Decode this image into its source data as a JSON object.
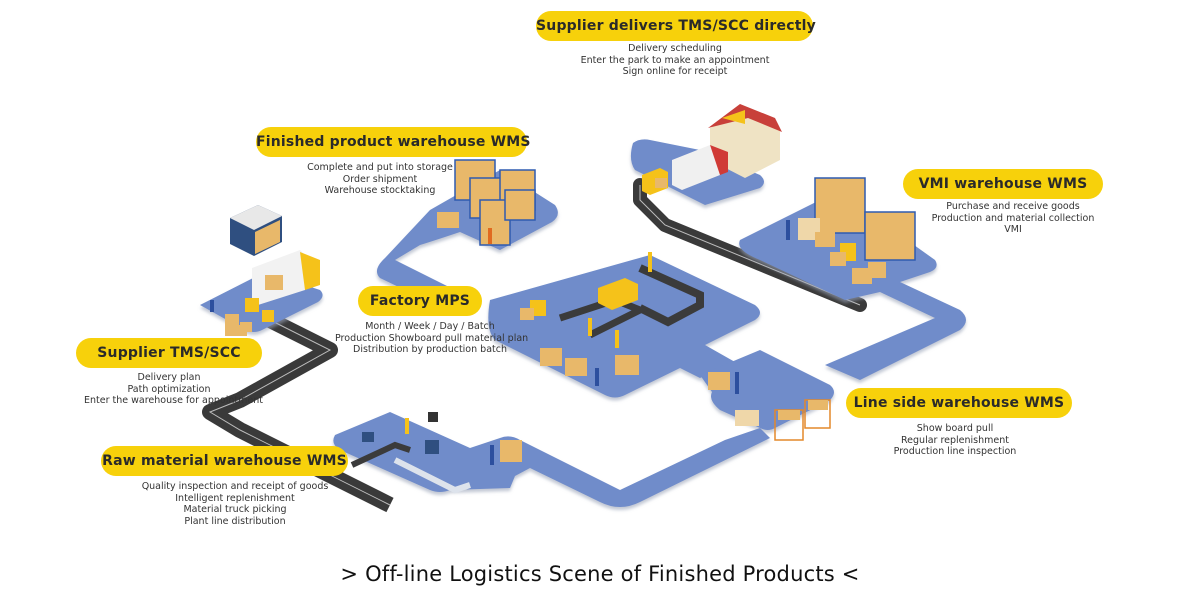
{
  "colors": {
    "platform": "#6f8cca",
    "platform_shadow": "#c9cfdc",
    "road": "#4a4a4a",
    "road_edge": "#2f2f2f",
    "road_line": "#bdbdbd",
    "pill": "#f7d10b",
    "box": "#e8b86a",
    "rack": "#2f5bb0",
    "machine": "#f5c21a",
    "worker": "#2d4f9e"
  },
  "nodes": {
    "supplier_direct": {
      "title": "Supplier delivers TMS/SCC directly",
      "lines": [
        "Delivery scheduling",
        "Enter the park to make an appointment",
        "Sign online for receipt"
      ]
    },
    "finished_product": {
      "title": "Finished product warehouse WMS",
      "lines": [
        "Complete and put into storage",
        "Order shipment",
        "Warehouse stocktaking"
      ]
    },
    "vmi": {
      "title": "VMI warehouse WMS",
      "lines": [
        "Purchase and receive goods",
        "Production and material collection",
        "VMI"
      ]
    },
    "factory_mps": {
      "title": "Factory MPS",
      "lines": [
        "Month / Week / Day / Batch",
        "Production Showboard pull material plan",
        "Distribution by production batch"
      ]
    },
    "supplier_tms": {
      "title": "Supplier TMS/SCC",
      "lines": [
        "Delivery plan",
        "Path optimization",
        "Enter the warehouse for appointment"
      ]
    },
    "line_side": {
      "title": "Line side warehouse WMS",
      "lines": [
        "Show board pull",
        "Regular replenishment",
        "Production line inspection"
      ]
    },
    "raw_material": {
      "title": "Raw material warehouse WMS",
      "lines": [
        "Quality inspection and receipt of goods",
        "Intelligent replenishment",
        "Material truck picking",
        "Plant line distribution"
      ]
    }
  },
  "caption": "> Off-line Logistics Scene of Finished Products <"
}
